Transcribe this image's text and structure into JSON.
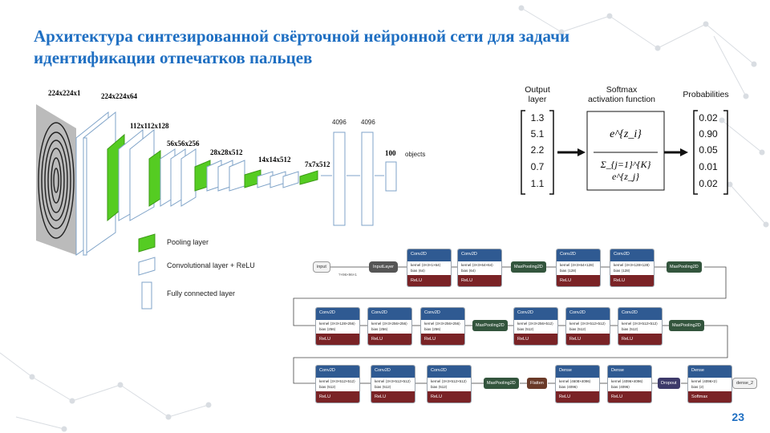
{
  "slide": {
    "title": "Архитектура синтезированной свёрточной нейронной сети для задачи идентификации отпечатков пальцев",
    "page_number": "23"
  },
  "cnn": {
    "layer_labels": [
      "224x224x1",
      "224x224x64",
      "112x112x128",
      "56x56x256",
      "28x28x512",
      "14x14x512",
      "7x7x512"
    ],
    "fc_labels": [
      "4096",
      "4096"
    ],
    "output_label": "100",
    "objects_label": "objects",
    "legend": {
      "pooling": "Pooling layer",
      "conv": "Convolutional layer + ReLU",
      "fc": "Fully connected layer"
    }
  },
  "softmax": {
    "output_layer_label": "Output\nlayer",
    "activation_label": "Softmax\nactivation function",
    "probabilities_label": "Probabilities",
    "inputs": [
      "1.3",
      "5.1",
      "2.2",
      "0.7",
      "1.1"
    ],
    "outputs": [
      "0.02",
      "0.90",
      "0.05",
      "0.01",
      "0.02"
    ],
    "formula_num": "e^{z_i}",
    "formula_den": "Σ_{j=1}^{K} e^{z_j}"
  },
  "graph": {
    "input": "input",
    "input_shape": "?×96×96×1",
    "input_layer": "InputLayer",
    "maxpool": "MaxPooling2D",
    "flatten": "Flatten",
    "dropout": "Dropout",
    "output": "dense_2",
    "row1": [
      {
        "name": "Conv2D",
        "kernel": "kernel ⟨3×3×1×64⟩",
        "bias": "bias ⟨64⟩",
        "act": "ReLU"
      },
      {
        "name": "Conv2D",
        "kernel": "kernel ⟨3×3×64×64⟩",
        "bias": "bias ⟨64⟩",
        "act": "ReLU"
      },
      {
        "name": "Conv2D",
        "kernel": "kernel ⟨3×3×64×128⟩",
        "bias": "bias ⟨128⟩",
        "act": "ReLU"
      },
      {
        "name": "Conv2D",
        "kernel": "kernel ⟨3×3×128×128⟩",
        "bias": "bias ⟨128⟩",
        "act": "ReLU"
      }
    ],
    "row2": [
      {
        "name": "Conv2D",
        "kernel": "kernel ⟨3×3×128×256⟩",
        "bias": "bias ⟨256⟩",
        "act": "ReLU"
      },
      {
        "name": "Conv2D",
        "kernel": "kernel ⟨3×3×256×256⟩",
        "bias": "bias ⟨256⟩",
        "act": "ReLU"
      },
      {
        "name": "Conv2D",
        "kernel": "kernel ⟨3×3×256×256⟩",
        "bias": "bias ⟨256⟩",
        "act": "ReLU"
      },
      {
        "name": "Conv2D",
        "kernel": "kernel ⟨3×3×256×512⟩",
        "bias": "bias ⟨512⟩",
        "act": "ReLU"
      },
      {
        "name": "Conv2D",
        "kernel": "kernel ⟨3×3×512×512⟩",
        "bias": "bias ⟨512⟩",
        "act": "ReLU"
      },
      {
        "name": "Conv2D",
        "kernel": "kernel ⟨3×3×512×512⟩",
        "bias": "bias ⟨512⟩",
        "act": "ReLU"
      }
    ],
    "row3": [
      {
        "name": "Conv2D",
        "kernel": "kernel ⟨3×3×512×512⟩",
        "bias": "bias ⟨512⟩",
        "act": "ReLU"
      },
      {
        "name": "Conv2D",
        "kernel": "kernel ⟨3×3×512×512⟩",
        "bias": "bias ⟨512⟩",
        "act": "ReLU"
      },
      {
        "name": "Conv2D",
        "kernel": "kernel ⟨3×3×512×512⟩",
        "bias": "bias ⟨512⟩",
        "act": "ReLU"
      },
      {
        "name": "Dense",
        "kernel": "kernel ⟨4608×4096⟩",
        "bias": "bias ⟨4096⟩",
        "act": "ReLU"
      },
      {
        "name": "Dense",
        "kernel": "kernel ⟨4096×4096⟩",
        "bias": "bias ⟨4096⟩",
        "act": "ReLU"
      },
      {
        "name": "Dense",
        "kernel": "kernel ⟨4096×2⟩",
        "bias": "bias ⟨2⟩",
        "act": "Softmax"
      }
    ]
  },
  "colors": {
    "title": "#1f6fc2",
    "pool": "#55cc22",
    "conv_header": "#2f5a92",
    "act": "#7a2326"
  }
}
